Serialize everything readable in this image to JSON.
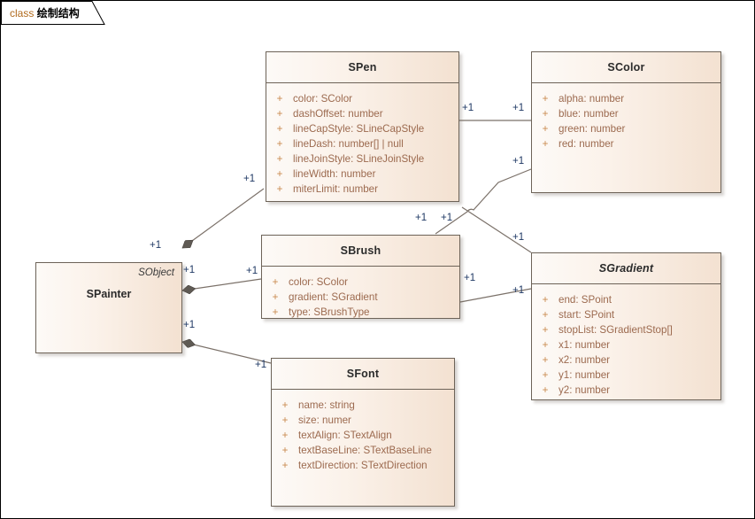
{
  "diagram": {
    "tab_prefix": "class ",
    "tab_name": "绘制结构",
    "accent_color": "#b06a1d",
    "class_border_color": "#6d6358",
    "class_fill_light": "#fdfaf7",
    "class_fill_dark": "#f3e1d1",
    "attribute_text_color": "#9c6a4f",
    "multiplicity_color": "#1f3864",
    "connector_color": "#7b7169"
  },
  "classes": {
    "spen": {
      "name": "SPen",
      "abstract": false,
      "attributes": [
        {
          "visibility": "+",
          "signature": "color: SColor"
        },
        {
          "visibility": "+",
          "signature": "dashOffset: number"
        },
        {
          "visibility": "+",
          "signature": "lineCapStyle: SLineCapStyle"
        },
        {
          "visibility": "+",
          "signature": "lineDash: number[] | null"
        },
        {
          "visibility": "+",
          "signature": "lineJoinStyle: SLineJoinStyle"
        },
        {
          "visibility": "+",
          "signature": "lineWidth: number"
        },
        {
          "visibility": "+",
          "signature": "miterLimit: number"
        }
      ]
    },
    "scolor": {
      "name": "SColor",
      "abstract": false,
      "attributes": [
        {
          "visibility": "+",
          "signature": "alpha: number"
        },
        {
          "visibility": "+",
          "signature": "blue: number"
        },
        {
          "visibility": "+",
          "signature": "green: number"
        },
        {
          "visibility": "+",
          "signature": "red: number"
        }
      ]
    },
    "sbrush": {
      "name": "SBrush",
      "abstract": false,
      "attributes": [
        {
          "visibility": "+",
          "signature": "color: SColor"
        },
        {
          "visibility": "+",
          "signature": "gradient: SGradient"
        },
        {
          "visibility": "+",
          "signature": "type: SBrushType"
        }
      ]
    },
    "sgradient": {
      "name": "SGradient",
      "abstract": true,
      "attributes": [
        {
          "visibility": "+",
          "signature": "end: SPoint"
        },
        {
          "visibility": "+",
          "signature": "start: SPoint"
        },
        {
          "visibility": "+",
          "signature": "stopList: SGradientStop[]"
        },
        {
          "visibility": "+",
          "signature": "x1: number"
        },
        {
          "visibility": "+",
          "signature": "x2: number"
        },
        {
          "visibility": "+",
          "signature": "y1: number"
        },
        {
          "visibility": "+",
          "signature": "y2: number"
        }
      ]
    },
    "sfont": {
      "name": "SFont",
      "abstract": false,
      "attributes": [
        {
          "visibility": "+",
          "signature": "name: string"
        },
        {
          "visibility": "+",
          "signature": "size: numer"
        },
        {
          "visibility": "+",
          "signature": "textAlign: STextAlign"
        },
        {
          "visibility": "+",
          "signature": "textBaseLine: STextBaseLine"
        },
        {
          "visibility": "+",
          "signature": "textDirection: STextDirection"
        }
      ]
    },
    "spainter": {
      "name": "SPainter",
      "parent_label": "SObject",
      "abstract": false,
      "attributes": []
    }
  },
  "multiplicities": {
    "painter_pen_source": "+1",
    "painter_pen_target": "+1",
    "painter_brush_source": "+1",
    "painter_brush_target": "+1",
    "painter_font_source": "+1",
    "painter_font_target": "+1",
    "pen_color_source": "+1",
    "pen_color_target": "+1",
    "brush_color_source": "+1",
    "brush_color_target": "+1",
    "brush_gradient_source": "+1",
    "brush_gradient_target": "+1"
  }
}
